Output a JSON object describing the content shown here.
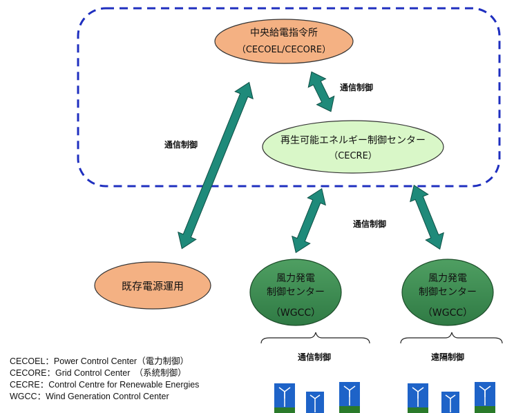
{
  "nodes": {
    "central": {
      "line1": "中央給電指令所",
      "line2": "（CECOEL/CECORE）"
    },
    "renewable": {
      "line1": "再生可能エネルギー制御センター",
      "line2": "（CECRE）"
    },
    "existing": {
      "label": "既存電源運用"
    },
    "wgcc_left": {
      "line1": "風力発電",
      "line2": "制御センター",
      "line3": "（WGCC）"
    },
    "wgcc_right": {
      "line1": "風力発電",
      "line2": "制御センター",
      "line3": "（WGCC）"
    }
  },
  "links": {
    "central_renewable": "通信制御",
    "central_existing": "通信制御",
    "renewable_wgcc": "通信制御",
    "wgcc_left_farms": "通信制御",
    "wgcc_right_farms": "遠隔制御"
  },
  "legend": [
    "CECOEL：Power Control Center（電力制御）",
    "CECORE：Grid Control Center　（系統制御）",
    "CECRE：Control Centre for Renewable Energies",
    "WGCC：Wind Generation Control Center"
  ],
  "colors": {
    "boundary": "#1f2fbf",
    "central_fill": "#f4b183",
    "renewable_fill": "#d9f7c8",
    "wgcc_fill": "#3a8a4f",
    "arrow": "#1f8a7a",
    "farm_panel": "#1e63c8",
    "farm_ground": "#2a7a2a"
  }
}
